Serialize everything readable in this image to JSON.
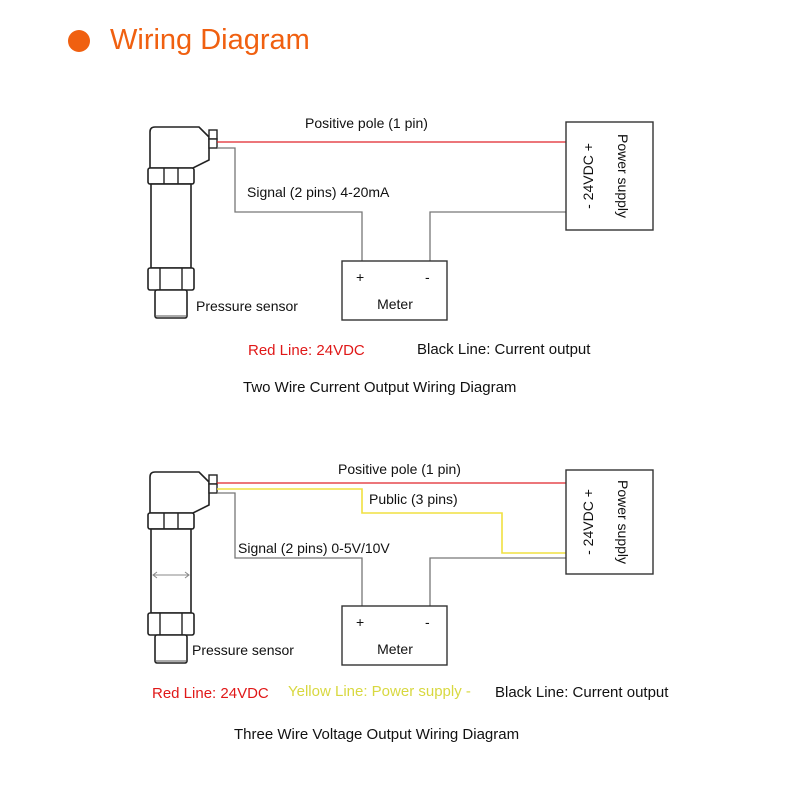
{
  "header": {
    "title": "Wiring Diagram",
    "accent_color": "#f06010"
  },
  "colors": {
    "red_wire": "#e0242a",
    "yellow_wire": "#f0e040",
    "signal_wire": "#777777",
    "red_text": "#e01818",
    "yellow_text": "#d8d840",
    "black_text": "#111111"
  },
  "diagram1": {
    "positive_label": "Positive pole (1 pin)",
    "signal_label": "Signal (2 pins) 4-20mA",
    "sensor_label": "Pressure sensor",
    "meter_label": "Meter",
    "meter_plus": "+",
    "meter_minus": "-",
    "supply_voltage": "- 24VDC +",
    "supply_label": "Power supply",
    "legend_red": "Red Line: 24VDC",
    "legend_black": "Black Line: Current output",
    "caption": "Two Wire Current Output Wiring Diagram"
  },
  "diagram2": {
    "positive_label": "Positive pole (1 pin)",
    "public_label": "Public (3 pins)",
    "signal_label": "Signal (2 pins) 0-5V/10V",
    "sensor_label": "Pressure sensor",
    "meter_label": "Meter",
    "meter_plus": "+",
    "meter_minus": "-",
    "supply_voltage": "- 24VDC +",
    "supply_label": "Power supply",
    "legend_red": "Red Line: 24VDC",
    "legend_yellow": "Yellow Line: Power supply -",
    "legend_black": "Black Line: Current output",
    "caption": "Three Wire Voltage Output Wiring Diagram"
  }
}
